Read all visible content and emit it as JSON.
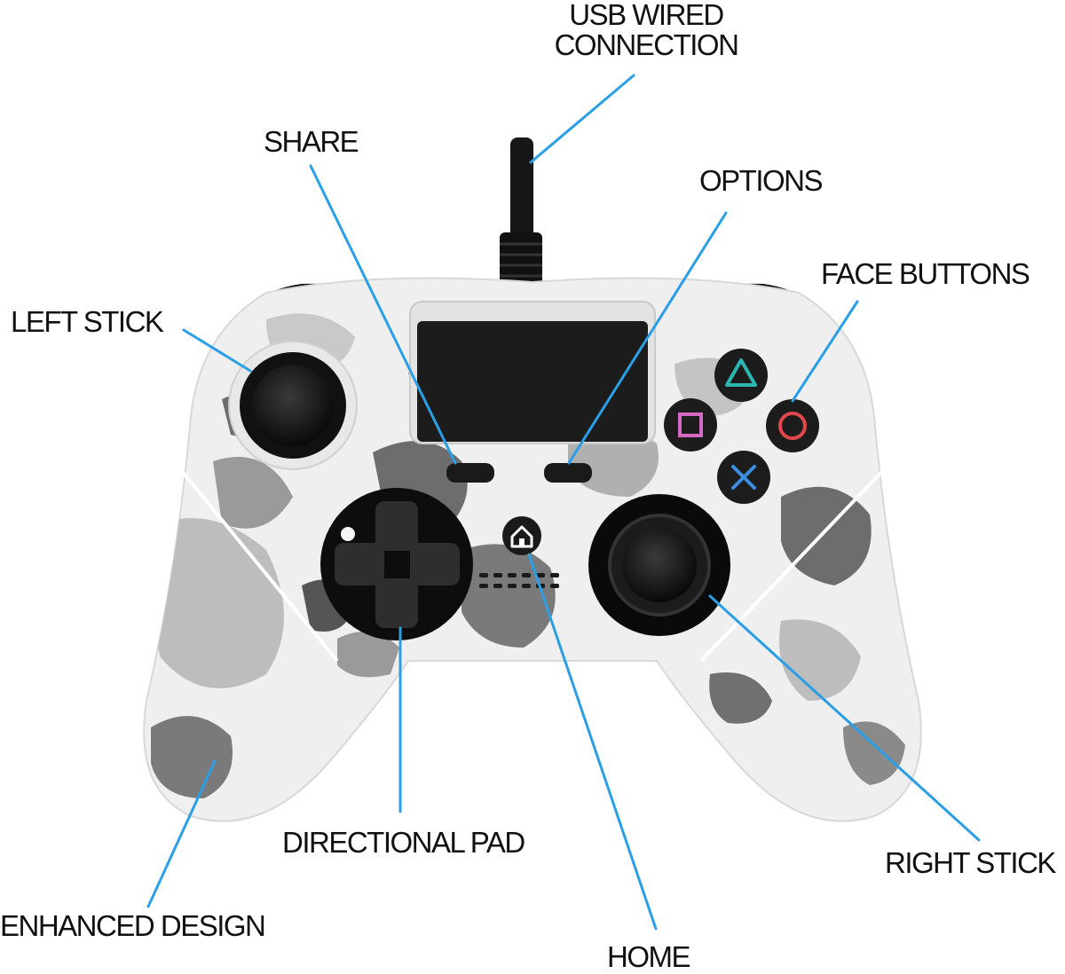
{
  "colors": {
    "leader_line": "#2b9fe6",
    "camo_light": "#f2f2f2",
    "camo_mid": "#bdbdbd",
    "camo_dark": "#6d6d6d",
    "trim": "#1a1a1a",
    "triangle": "#2ab7b0",
    "circle": "#e0474c",
    "cross": "#3d8ee0",
    "square": "#d46ac4",
    "led": "#6fd6e8"
  },
  "labels": {
    "usb_line1": "USB WIRED",
    "usb_line2": "CONNECTION",
    "share": "SHARE",
    "options": "OPTIONS",
    "face_buttons": "FACE BUTTONS",
    "left_stick": "LEFT STICK",
    "directional_pad": "DIRECTIONAL PAD",
    "right_stick": "RIGHT STICK",
    "enhanced_design": "ENHANCED DESIGN",
    "home": "HOME"
  },
  "icons": [
    "home-icon",
    "triangle-icon",
    "circle-icon",
    "cross-icon",
    "square-icon"
  ]
}
